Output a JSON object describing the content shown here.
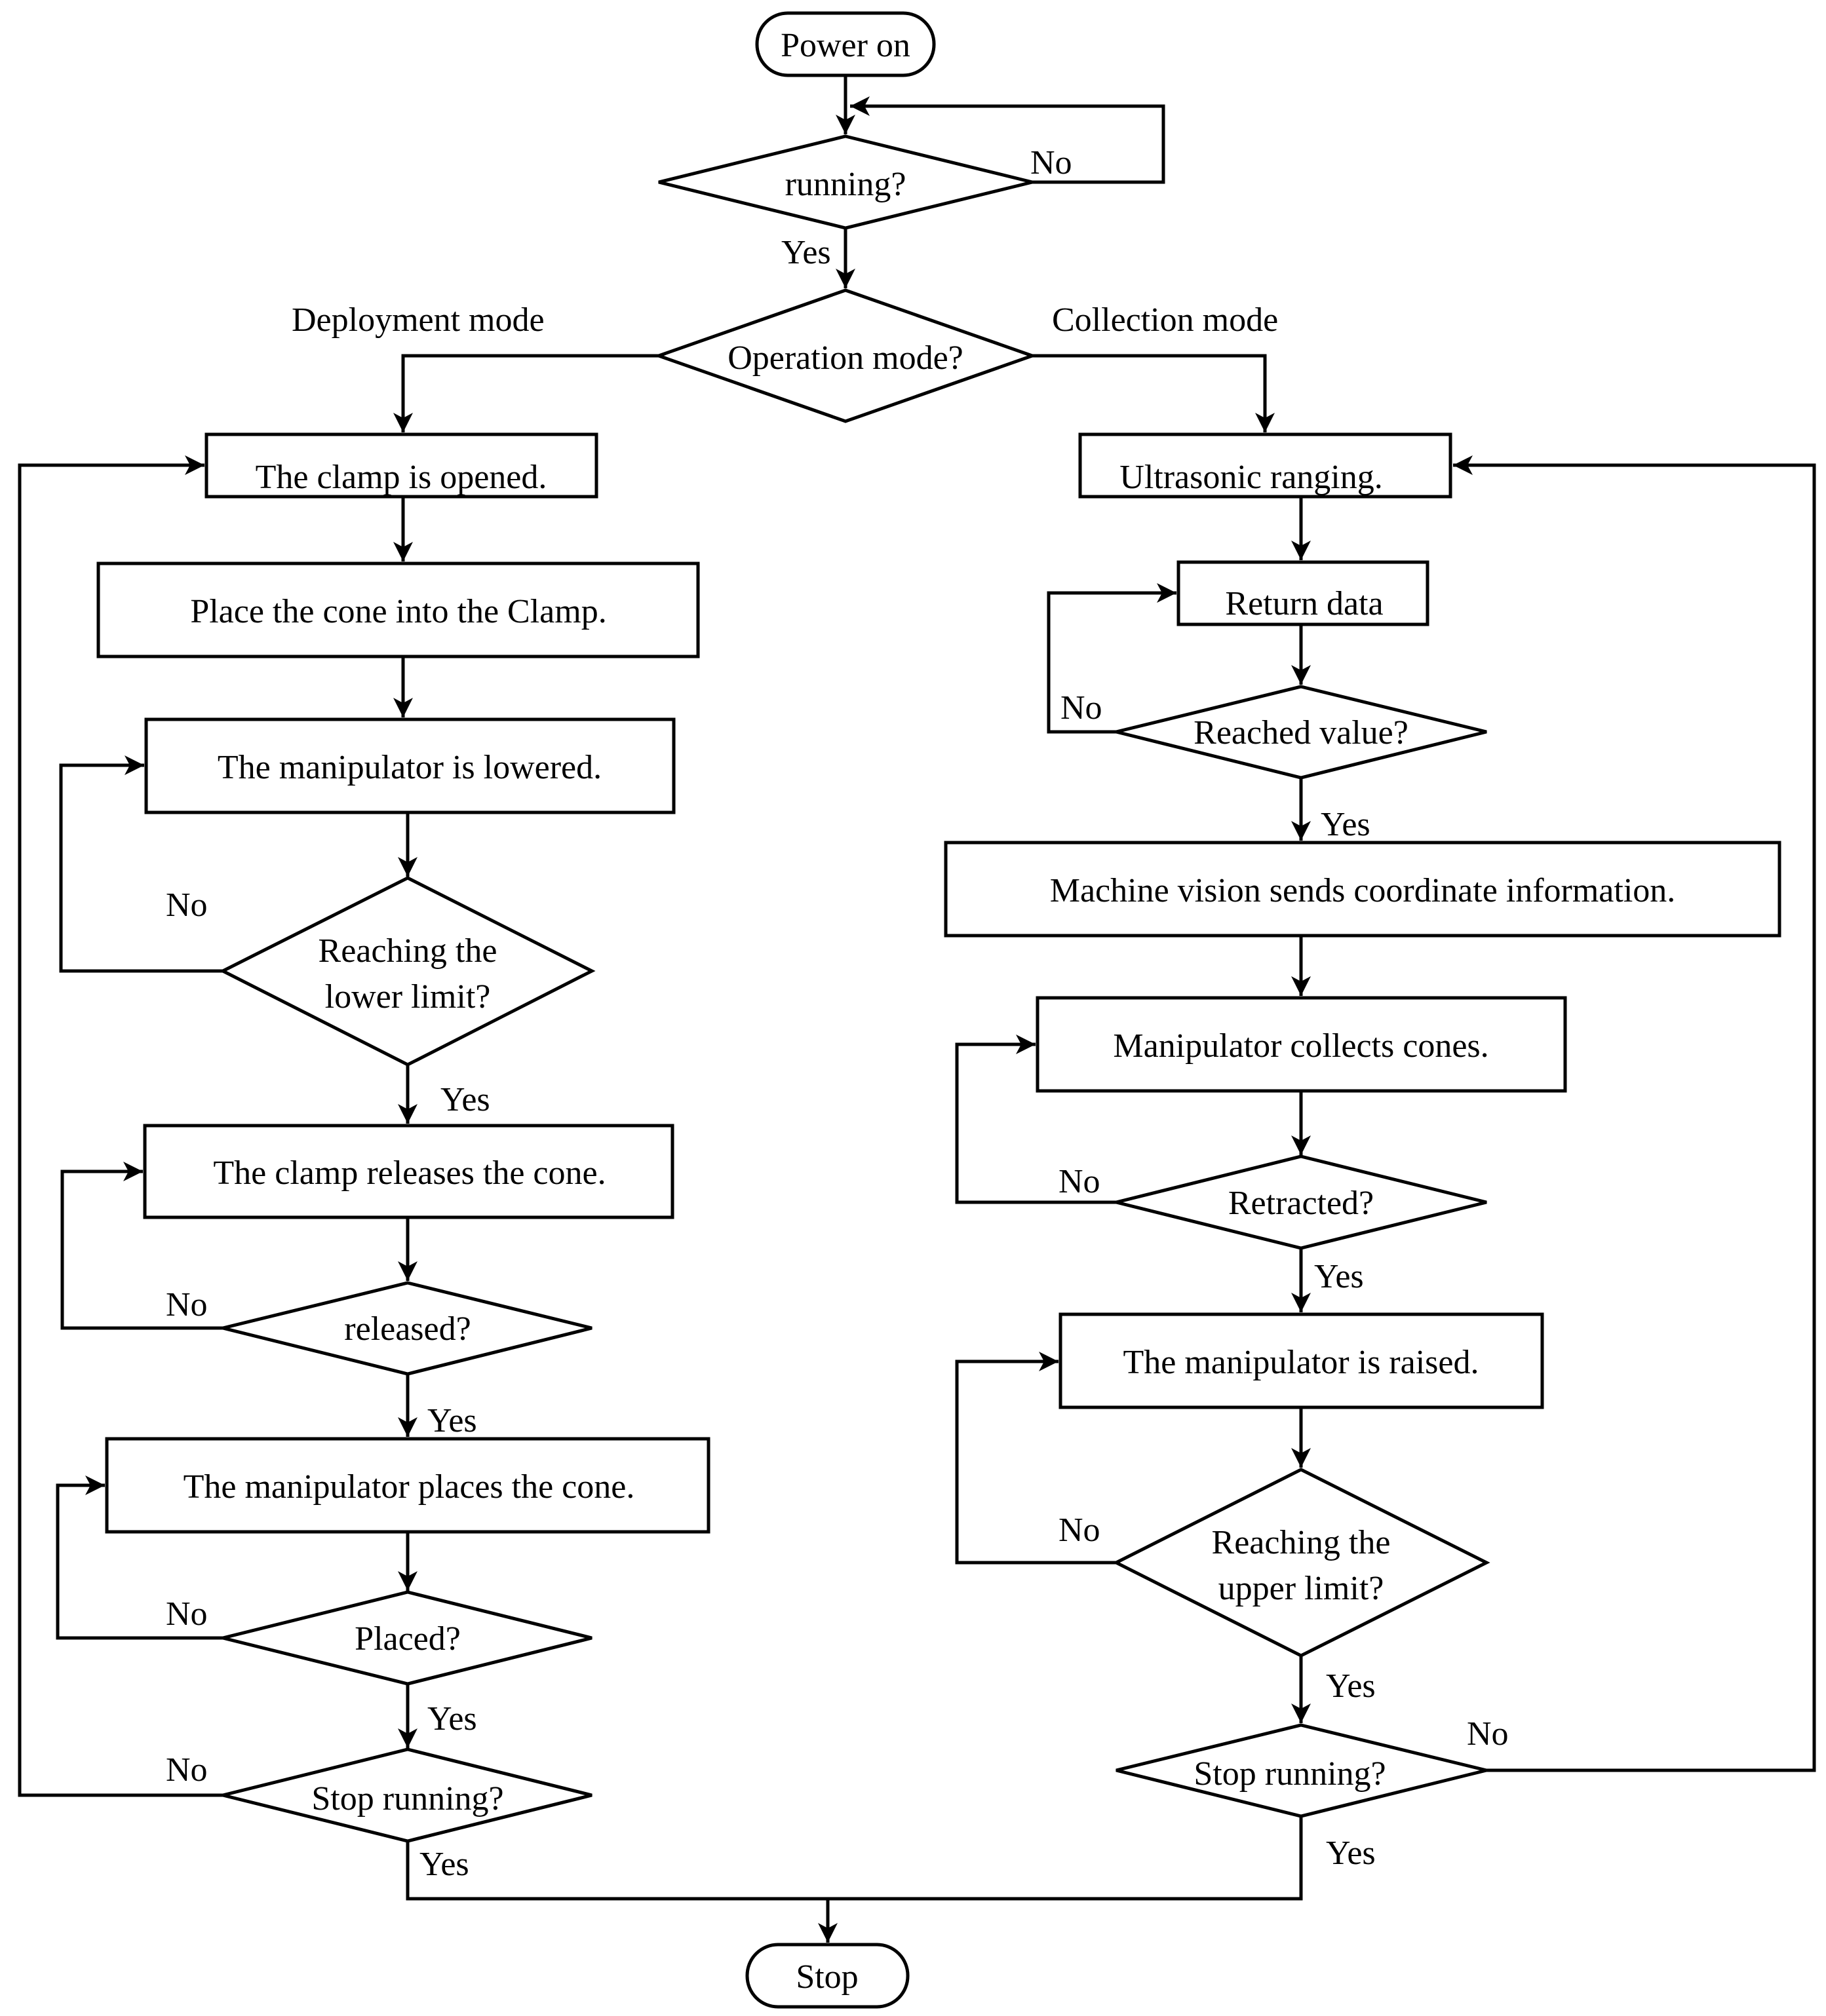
{
  "flowchart": {
    "start": "Power on",
    "running_check": "running?",
    "mode_check": "Operation mode?",
    "mode_deployment": "Deployment mode",
    "mode_collection": "Collection mode",
    "end": "Stop",
    "deployment": {
      "clamp_opened": "The clamp is opened.",
      "place_cone": "Place the cone into the Clamp.",
      "manipulator_lowered": "The manipulator is lowered.",
      "lower_limit_check": [
        "Reaching the",
        "lower limit?"
      ],
      "clamp_releases": "The clamp releases the cone.",
      "released_check": "released?",
      "manipulator_places": "The manipulator places the cone.",
      "placed_check": "Placed?",
      "stop_check": "Stop running?"
    },
    "collection": {
      "ultrasonic": "Ultrasonic ranging.",
      "return_data": "Return data",
      "reached_value_check": "Reached value?",
      "machine_vision": "Machine vision sends coordinate information.",
      "collects_cones": "Manipulator collects cones.",
      "retracted_check": "Retracted?",
      "manipulator_raised": "The manipulator is raised.",
      "upper_limit_check": [
        "Reaching the",
        "upper limit?"
      ],
      "stop_check": "Stop running?"
    },
    "labels": {
      "yes": "Yes",
      "no": "No"
    }
  }
}
